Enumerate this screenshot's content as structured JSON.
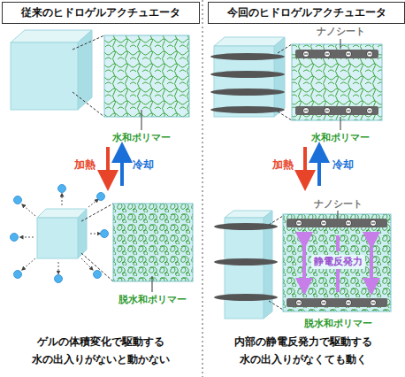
{
  "diagram": {
    "nodes": [
      {
        "text": [
          "従来のヒドロゲルアクチュエータ"
        ]
      },
      {
        "text": [
          "今回のヒドロゲルアクチュエータ"
        ]
      }
    ],
    "labels": [
      "水和ポリマー",
      "加熱",
      "冷却",
      "脱水和ポリマー",
      "ゲルの体積変化で駆動する",
      "水の出入りがないと動かない",
      "ナノシート",
      "水和ポリマー",
      "加熱",
      "冷却",
      "ナノシート",
      "静電反発力",
      "脱水和ポリマー",
      "内部の静電反発力で駆動する",
      "水の出入りがなくても動く"
    ]
  }
}
